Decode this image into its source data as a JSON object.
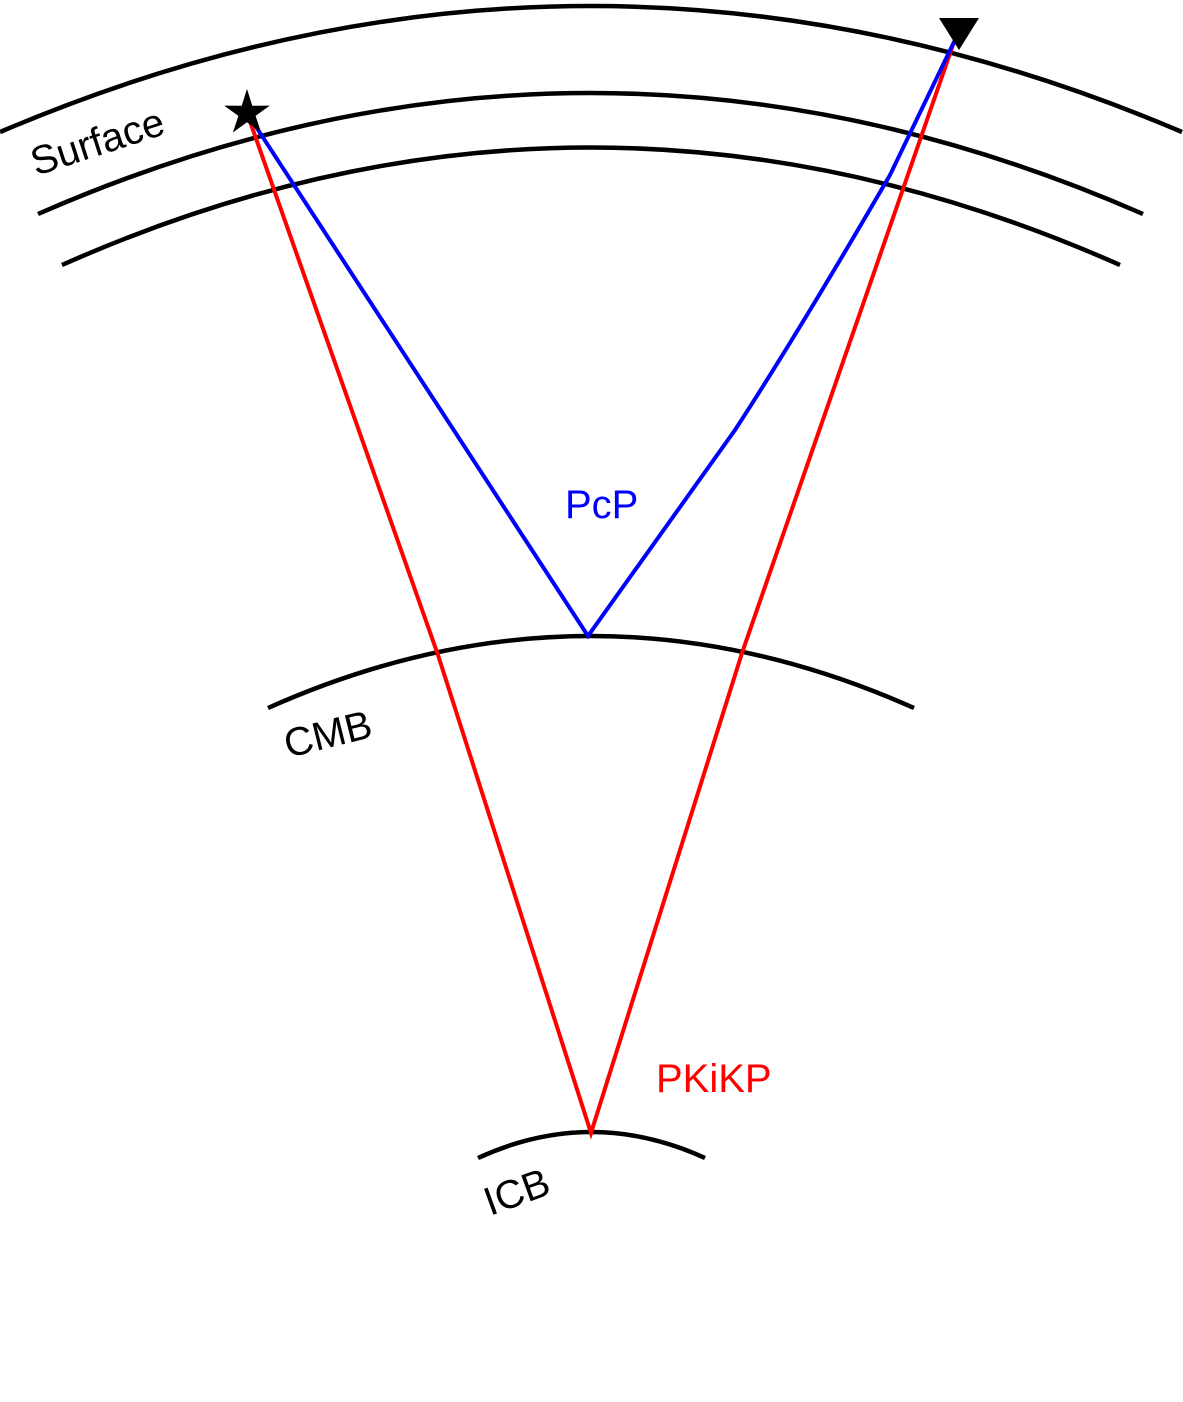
{
  "diagram": {
    "labels": {
      "surface": "Surface",
      "cmb": "CMB",
      "icb": "ICB"
    },
    "rays": {
      "pcp": {
        "label": "PcP",
        "color": "#0000ff"
      },
      "pkikp": {
        "label": "PKiKP",
        "color": "#ff0000"
      }
    },
    "symbols": {
      "source": "star-icon",
      "receiver": "inverted-triangle-icon"
    }
  }
}
